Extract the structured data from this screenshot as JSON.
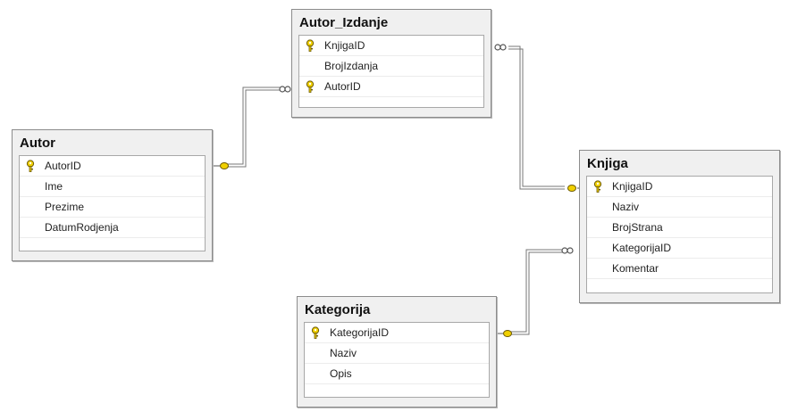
{
  "colors": {
    "key_fill": "#f0d000",
    "key_stroke": "#6d5a00",
    "line": "#777777",
    "box_bg": "#f0f0f0"
  },
  "tables": {
    "autor": {
      "title": "Autor",
      "columns": [
        {
          "name": "AutorID",
          "key": true
        },
        {
          "name": "Ime",
          "key": false
        },
        {
          "name": "Prezime",
          "key": false
        },
        {
          "name": "DatumRodjenja",
          "key": false
        }
      ]
    },
    "autor_izdanje": {
      "title": "Autor_Izdanje",
      "columns": [
        {
          "name": "KnjigaID",
          "key": true
        },
        {
          "name": "BrojIzdanja",
          "key": false
        },
        {
          "name": "AutorID",
          "key": true
        }
      ]
    },
    "knjiga": {
      "title": "Knjiga",
      "columns": [
        {
          "name": "KnjigaID",
          "key": true
        },
        {
          "name": "Naziv",
          "key": false
        },
        {
          "name": "BrojStrana",
          "key": false
        },
        {
          "name": "KategorijaID",
          "key": false
        },
        {
          "name": "Komentar",
          "key": false
        }
      ]
    },
    "kategorija": {
      "title": "Kategorija",
      "columns": [
        {
          "name": "KategorijaID",
          "key": true
        },
        {
          "name": "Naziv",
          "key": false
        },
        {
          "name": "Opis",
          "key": false
        }
      ]
    }
  }
}
